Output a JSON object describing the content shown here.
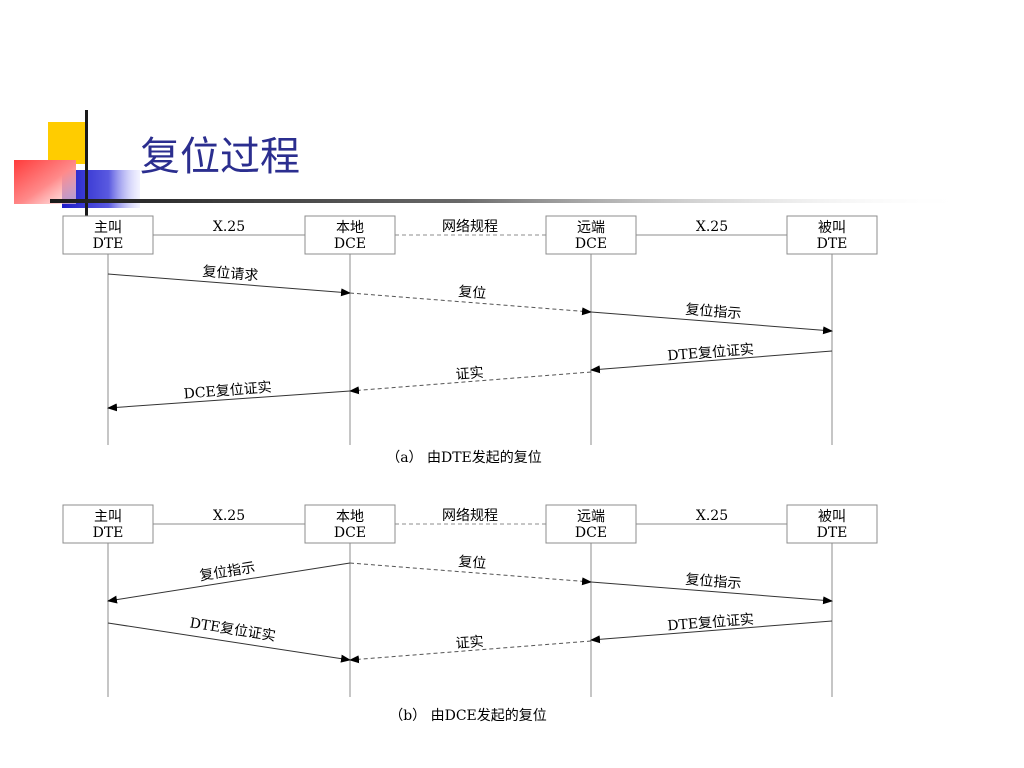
{
  "slide": {
    "title": "复位过程",
    "title_color": "#2b2e8f"
  },
  "diagrams": [
    {
      "boxes": [
        {
          "line1": "主叫",
          "line2": "DTE"
        },
        {
          "line1": "本地",
          "line2": "DCE"
        },
        {
          "line1": "远端",
          "line2": "DCE"
        },
        {
          "line1": "被叫",
          "line2": "DTE"
        }
      ],
      "links": [
        "X.25",
        "网络规程",
        "X.25"
      ],
      "messages": [
        "复位请求",
        "复位",
        "复位指示",
        "DTE复位证实",
        "证实",
        "DCE复位证实"
      ],
      "caption": "（a） 由DTE发起的复位"
    },
    {
      "boxes": [
        {
          "line1": "主叫",
          "line2": "DTE"
        },
        {
          "line1": "本地",
          "line2": "DCE"
        },
        {
          "line1": "远端",
          "line2": "DCE"
        },
        {
          "line1": "被叫",
          "line2": "DTE"
        }
      ],
      "links": [
        "X.25",
        "网络规程",
        "X.25"
      ],
      "messages": [
        "复位指示",
        "复位",
        "复位指示",
        "DTE复位证实",
        "证实",
        "DTE复位证实"
      ],
      "caption": "（b） 由DCE发起的复位"
    }
  ]
}
